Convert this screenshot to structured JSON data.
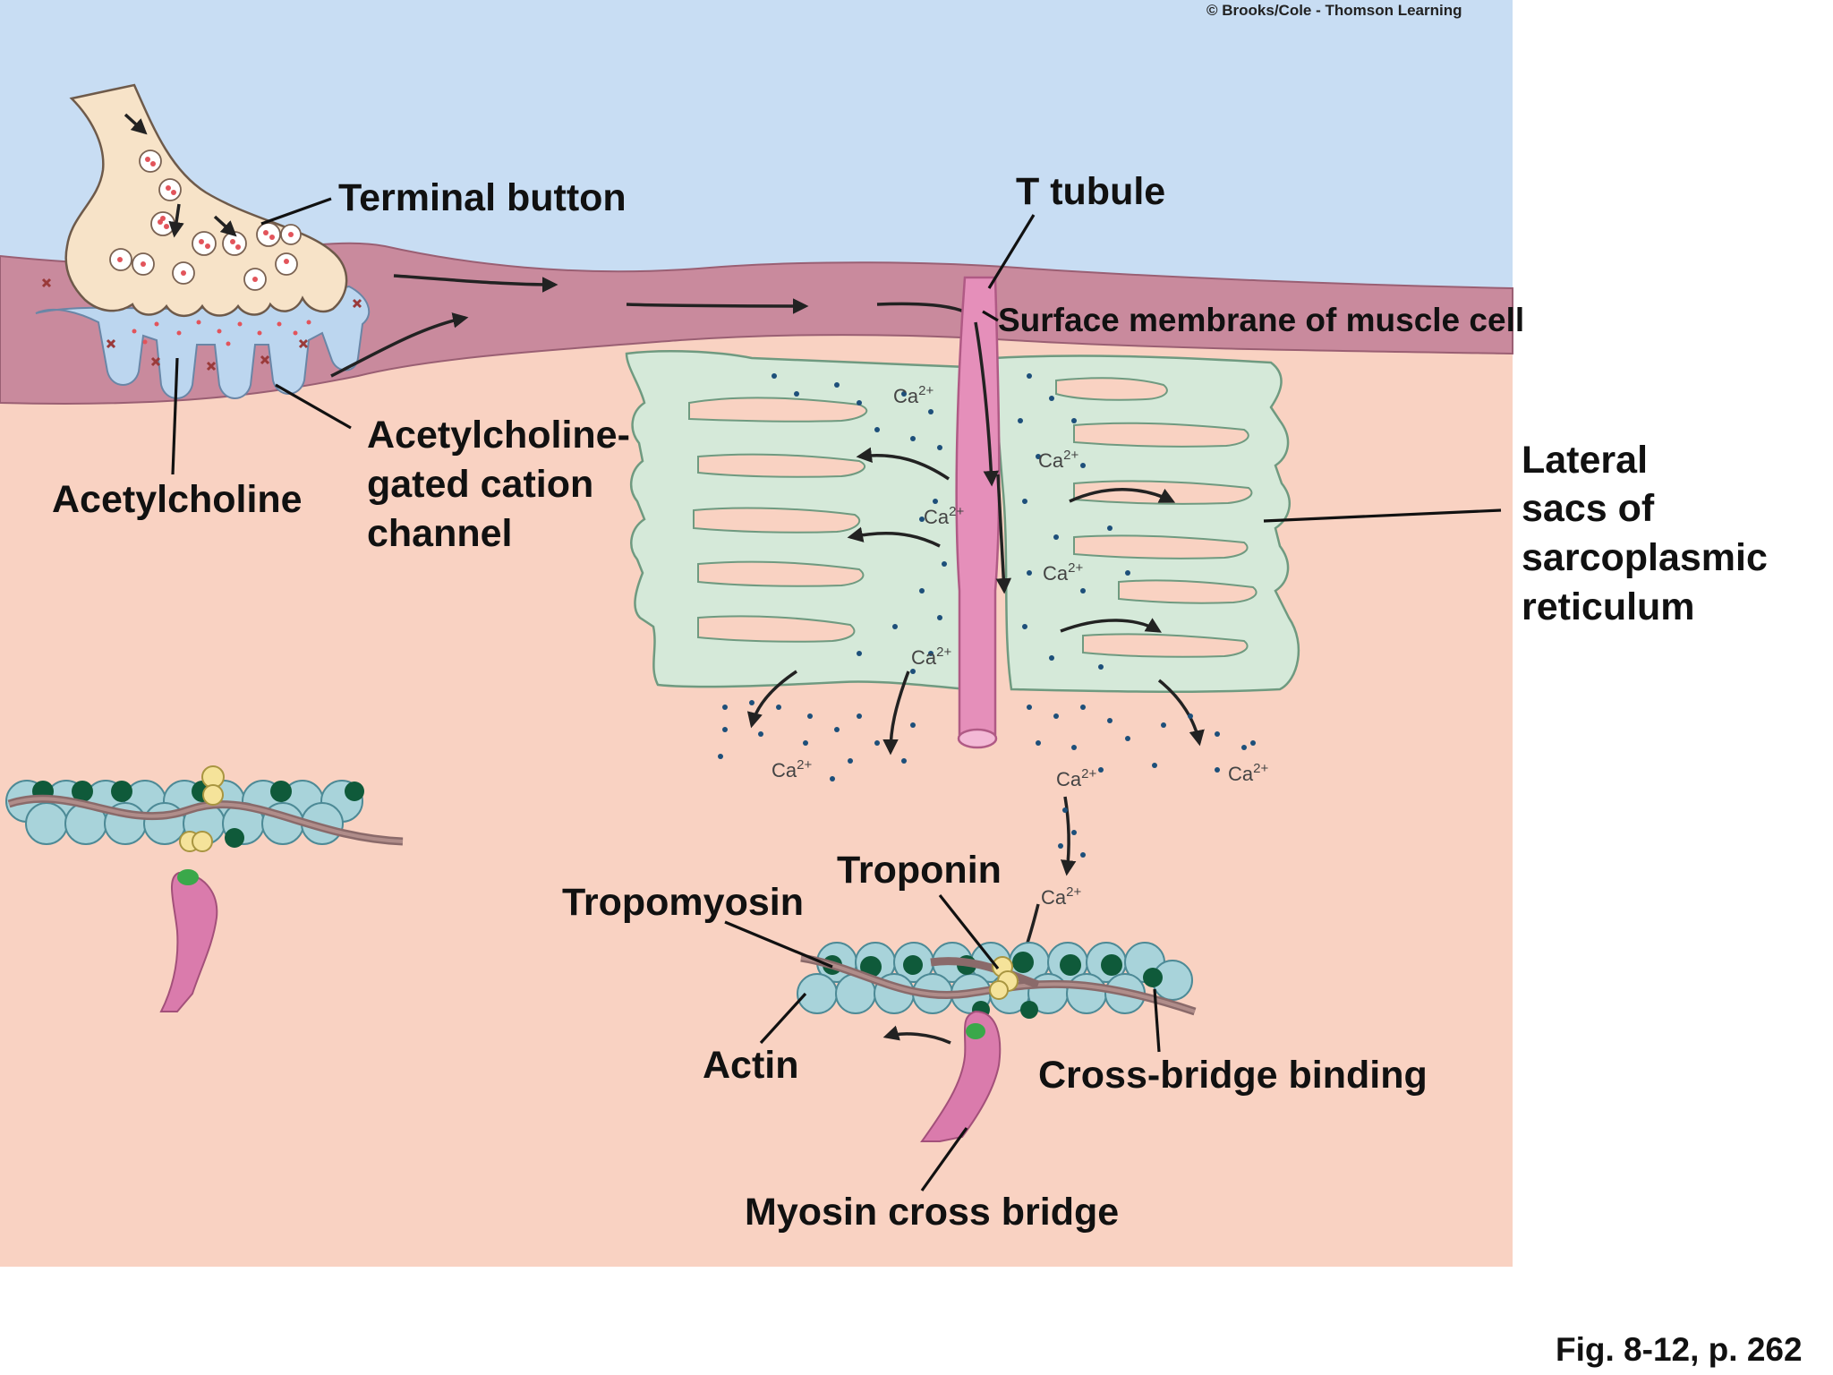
{
  "credit": "© Brooks/Cole - Thomson Learning",
  "figure_ref": "Fig. 8-12, p. 262",
  "labels": {
    "terminal_button": "Terminal button",
    "t_tubule": "T tubule",
    "surface_membrane": "Surface membrane of muscle cell",
    "acetylcholine": "Acetylcholine",
    "ach_channel_line1": "Acetylcholine-",
    "ach_channel_line2": "gated cation",
    "ach_channel_line3": "channel",
    "lateral_sacs_line1": "Lateral",
    "lateral_sacs_line2": "sacs of",
    "lateral_sacs_line3": "sarcoplasmic",
    "lateral_sacs_line4": "reticulum",
    "troponin": "Troponin",
    "tropomyosin": "Tropomyosin",
    "actin": "Actin",
    "cross_bridge_binding": "Cross-bridge binding",
    "myosin_cross_bridge": "Myosin cross bridge"
  },
  "ion_label": "Ca",
  "ion_charge": "2+",
  "colors": {
    "extracellular": "#c8ddf3",
    "cytoplasm": "#f9d2c2",
    "membrane": "#c98a9d",
    "terminal": "#f7e3c8",
    "sarcoplasmic_reticulum": "#d5e9d9",
    "t_tubule": "#e58fba",
    "actin": "#a8d3da",
    "binding_site": "#0f5a3a",
    "troponin": "#f5e39a",
    "myosin": "#da7bac",
    "calcium": "#1d4f7a",
    "acetylcholine": "#e2545b"
  }
}
